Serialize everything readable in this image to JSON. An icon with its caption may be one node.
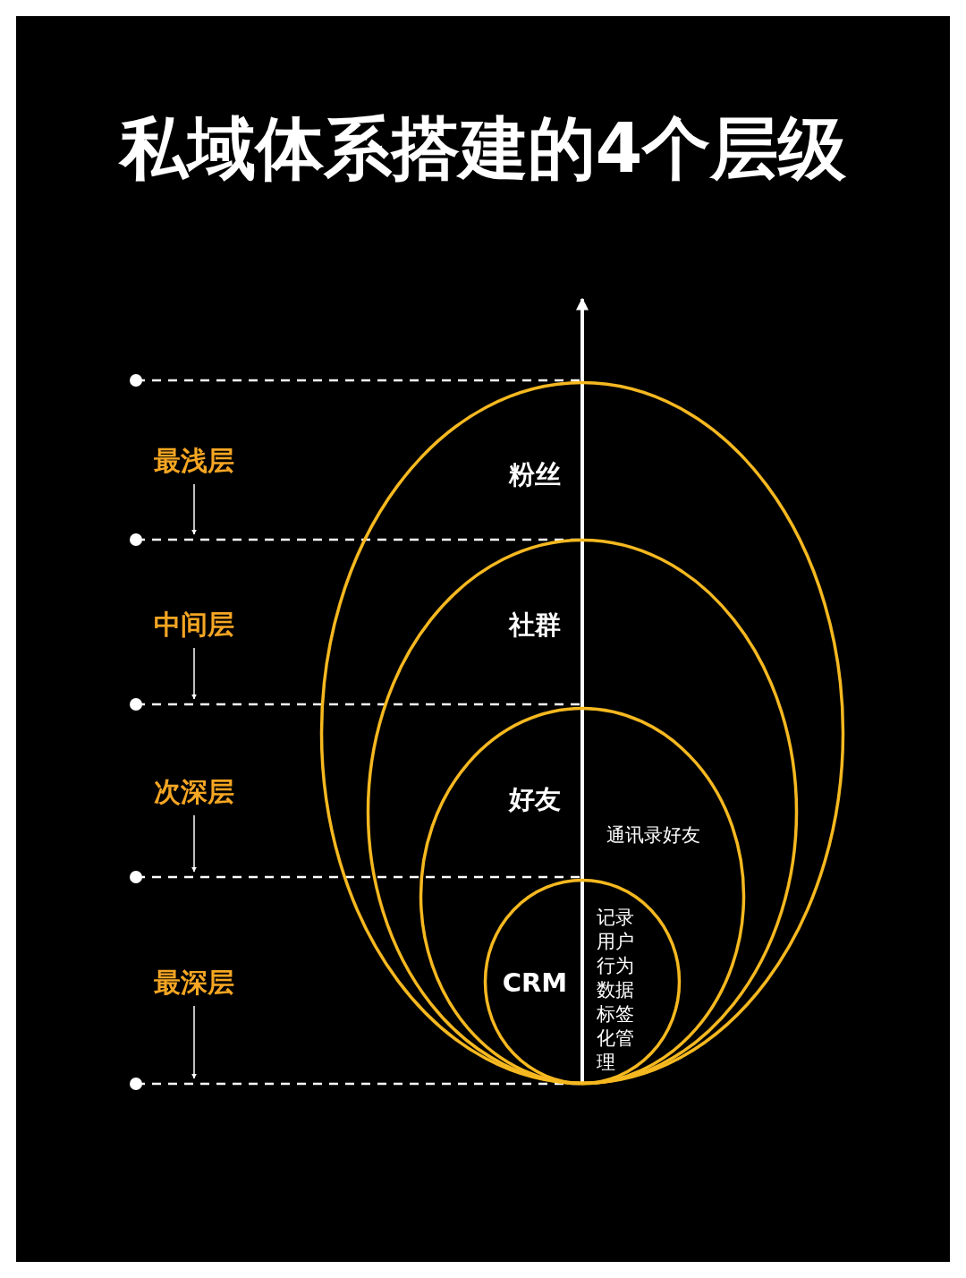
{
  "diagram": {
    "title": "私域体系搭建的4个层级",
    "nodes": [
      {
        "text": [
          "粉丝"
        ]
      },
      {
        "text": [
          "社群"
        ],
        "in": 0
      },
      {
        "text": [
          "好友",
          "通讯录好友"
        ],
        "in": 1
      },
      {
        "text": [
          "CRM",
          "记录用户行为数据标签化管理"
        ],
        "in": 2
      }
    ],
    "edges": [],
    "labels": [
      "最浅层",
      "中间层",
      "次深层",
      "最深层"
    ]
  }
}
